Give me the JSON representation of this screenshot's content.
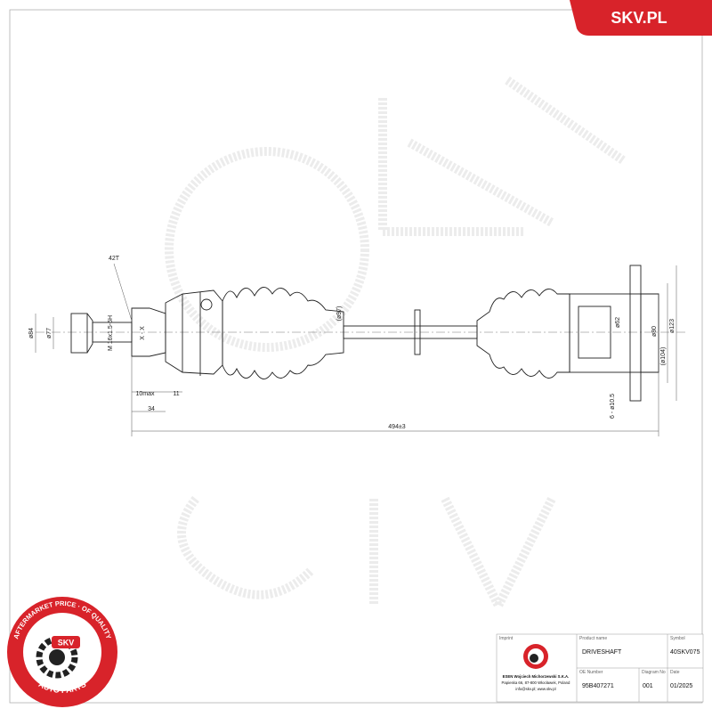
{
  "brand": {
    "name": "SKV.PL",
    "badge_color": "#d8232a"
  },
  "stamp": {
    "ring_text_top": "AFTERMARKET PRICE · OF QUALITY",
    "ring_text_bottom": "AUTO PARTS",
    "center_text": "SKV",
    "color": "#d8232a"
  },
  "drawing": {
    "dimensions": {
      "spline_count": "42T",
      "thread": "M 16x1.5-6H",
      "dia_84": "ø84",
      "dia_77": "ø77",
      "dia_97": "(ø97)",
      "dia_62": "ø62",
      "dia_80": "ø80",
      "dia_104": "(ø104)",
      "dia_123": "ø123",
      "holes": "6 - ø10.5",
      "len_10max": "10max",
      "len_11": "11",
      "len_34": "34",
      "total_length": "494±3",
      "section_mark": "X - X"
    }
  },
  "title_block": {
    "logo_label": "Imprint",
    "product_name_label": "Product name",
    "product_name": "DRIVESHAFT",
    "symbol_label": "Symbol",
    "symbol": "40SKV075",
    "oe_label": "OE Number",
    "oe_number": "95B407271",
    "diagram_label": "Diagram No",
    "diagram_no": "001",
    "date_label": "Date",
    "date": "01/2025",
    "company_line1": "ESEN Wojciech Michorzewski S.K.A.",
    "company_line2": "Papieska 66, 87-800 Włocławek, Poland",
    "company_line3": "info@skv.pl; www.skv.pl"
  }
}
